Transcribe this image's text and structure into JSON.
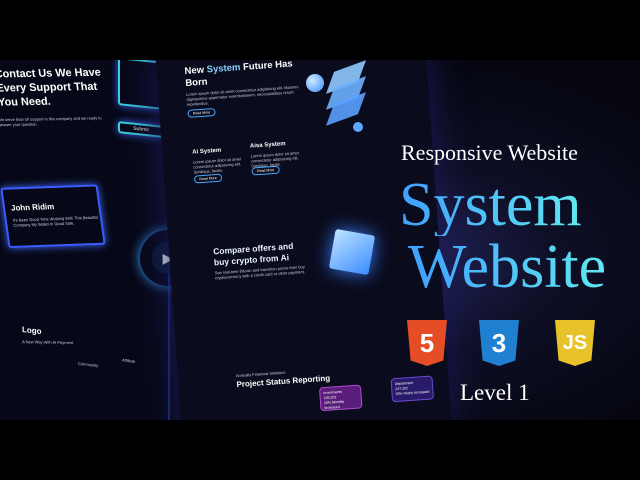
{
  "left_page": {
    "contact_heading": "Contact Us We Have Every Support That You Need.",
    "contact_text": "We serve than 50 support in this company and we ready to answer your question.",
    "submit_label": "Submit",
    "testimonial_name": "John Ridim",
    "testimonial_text": "It's Been Good Time Working With This Beautiful Company My Wallet In Good Safe.",
    "footer_logo": "Logo",
    "footer_tagline": "A New Way With AI Payment",
    "footer_links": [
      "Community",
      "Affiliate"
    ]
  },
  "middle_page": {
    "hero_title_pre": "New ",
    "hero_title_accent": "System",
    "hero_title_post": " Future Has Born",
    "hero_text": "Lorem ipsum dolor sit amet consectetur adipisicing elit. Maiores dignissimos aspernatur exercitationem, necessitatibus rerum repellendus.",
    "read_more": "Read More",
    "features": [
      {
        "title": "Ai System",
        "text": "Lorem ipsum dolor sit amet consectetur adipisicing elit. Similique, facilis."
      },
      {
        "title": "Aisa System",
        "text": "Lorem ipsum dolor sit amet consectetur adipisicing elit. Similique, facilis."
      }
    ],
    "compare_title": "Compare offers and buy crypto from Ai",
    "compare_text": "See real-time Bitcoin and transition prices then buy cryptocurrency with a credit card or other payment.",
    "stats_eyebrow": "Annually Financial Statistics",
    "stats_title": "Project Status Reporting",
    "cards": [
      {
        "label": "Investments",
        "value": "105,202",
        "note": "20% Monthly Increased"
      },
      {
        "label": "Department",
        "value": "247,202",
        "note": "30% Yearly Increased"
      }
    ]
  },
  "headline": {
    "subtitle": "Responsive Website",
    "title_line1": "System",
    "title_line2": "Website",
    "level": "Level 1"
  },
  "tech_icons": [
    {
      "icon": "html5-icon",
      "glyph": "5",
      "color": "#e44d26"
    },
    {
      "icon": "css3-icon",
      "glyph": "3",
      "color": "#1f7fd0"
    },
    {
      "icon": "js-icon",
      "glyph": "JS",
      "color": "#e8c22a"
    }
  ],
  "colors": {
    "accent": "#3fb4ff",
    "title_gradient_end": "#5fe8f0",
    "background": "#05060f"
  }
}
